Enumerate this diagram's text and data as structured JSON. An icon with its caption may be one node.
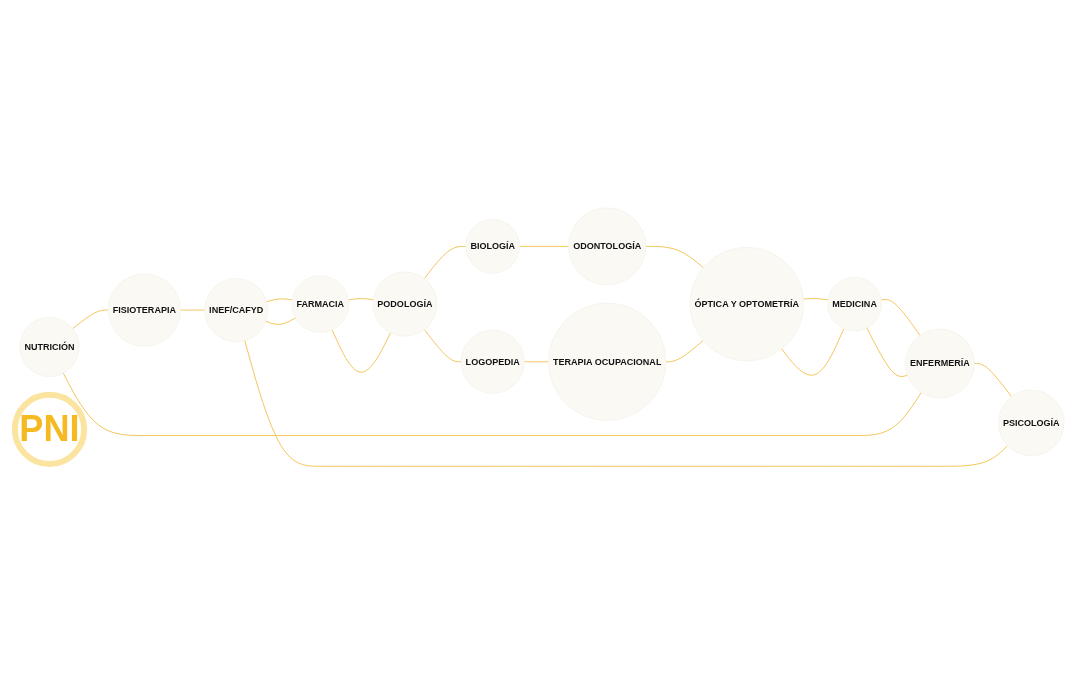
{
  "diagram": {
    "nodes": [
      {
        "text": [
          "NUTRICIÓN"
        ]
      },
      {
        "text": [
          "ENFERMERÍA"
        ]
      },
      {
        "text": [
          "MEDICINA"
        ]
      },
      {
        "text": [
          "FISIOTERAPIA"
        ]
      },
      {
        "text": [
          "ÓPTICA Y OPTOMETRÍA"
        ]
      },
      {
        "text": [
          "PSICOLOGÍA"
        ]
      },
      {
        "text": [
          "PNI"
        ]
      },
      {
        "text": [
          "TERAPIA OCUPACIONAL"
        ]
      },
      {
        "text": [
          "INEF/CAFYD"
        ]
      },
      {
        "text": [
          "ODONTOLOGÍA"
        ]
      },
      {
        "text": [
          "LOGOPEDIA"
        ]
      },
      {
        "text": [
          "FARMACIA"
        ]
      },
      {
        "text": [
          "PODOLOGÍA"
        ]
      },
      {
        "text": [
          "BIOLOGÍA"
        ]
      }
    ],
    "edges": [
      {
        "from": 9,
        "to": 4,
        "arrow": "none"
      },
      {
        "from": 4,
        "to": 2,
        "arrow": "none"
      },
      {
        "from": 2,
        "to": 1,
        "arrow": "none"
      },
      {
        "from": 1,
        "to": 0,
        "arrow": "none"
      },
      {
        "from": 0,
        "to": 3,
        "arrow": "none"
      },
      {
        "from": 3,
        "to": 8,
        "arrow": "none"
      },
      {
        "from": 8,
        "to": 11,
        "arrow": "none"
      },
      {
        "from": 11,
        "to": 12,
        "arrow": "none"
      },
      {
        "from": 12,
        "to": 13,
        "arrow": "none"
      },
      {
        "from": 13,
        "to": 9,
        "arrow": "none"
      },
      {
        "from": 4,
        "to": 2,
        "arrow": "none"
      },
      {
        "from": 2,
        "to": 1,
        "arrow": "none"
      },
      {
        "from": 1,
        "to": 5,
        "arrow": "none"
      },
      {
        "from": 5,
        "to": 8,
        "arrow": "none"
      },
      {
        "from": 8,
        "to": 11,
        "arrow": "none"
      },
      {
        "from": 11,
        "to": 12,
        "arrow": "none"
      },
      {
        "from": 12,
        "to": 10,
        "arrow": "none"
      },
      {
        "from": 10,
        "to": 7,
        "arrow": "none"
      },
      {
        "from": 7,
        "to": 4,
        "arrow": "none"
      }
    ]
  }
}
